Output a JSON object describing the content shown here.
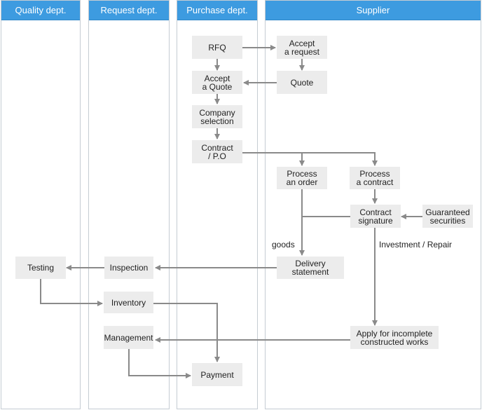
{
  "lanes": [
    {
      "id": "quality",
      "title": "Quality dept."
    },
    {
      "id": "request",
      "title": "Request dept."
    },
    {
      "id": "purchase",
      "title": "Purchase dept."
    },
    {
      "id": "supplier",
      "title": "Supplier"
    }
  ],
  "nodes": {
    "rfq": "RFQ",
    "accept_request": "Accept\na request",
    "accept_quote": "Accept\na Quote",
    "quote": "Quote",
    "company_selection": "Company\nselection",
    "contract_po": "Contract\n/ P.O",
    "process_order": "Process\nan order",
    "process_contract": "Process\na contract",
    "contract_signature": "Contract\nsignature",
    "guaranteed_securities": "Guaranteed\nsecurities",
    "delivery_statement": "Delivery\nstatement",
    "inspection": "Inspection",
    "testing": "Testing",
    "inventory": "Inventory",
    "management": "Management",
    "apply_incomplete": "Apply for incomplete\nconstructed works",
    "payment": "Payment"
  },
  "edge_labels": {
    "goods": "goods",
    "investment_repair": "Investment / Repair"
  },
  "colors": {
    "header": "#3d9be0",
    "node": "#ececec",
    "arrow": "#8a8a8a",
    "lane_border": "#c5ccd3"
  }
}
